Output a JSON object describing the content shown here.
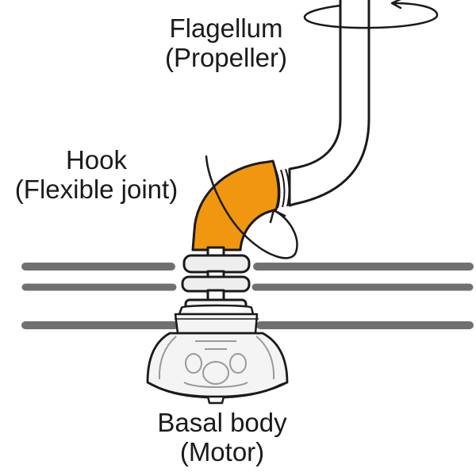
{
  "title": "",
  "colors": {
    "outline": "#1a1a1a",
    "hook": "#f0960f",
    "membrane": "#707070",
    "motor_fill": "#f4f4f4",
    "motor_interior": "#9a9a9a"
  },
  "labels": {
    "flagellum": {
      "name": "Flagellum",
      "role": "(Propeller)"
    },
    "hook": {
      "name": "Hook",
      "role": "(Flexible joint)"
    },
    "basal_body": {
      "name": "Basal body",
      "role": "(Motor)"
    }
  }
}
